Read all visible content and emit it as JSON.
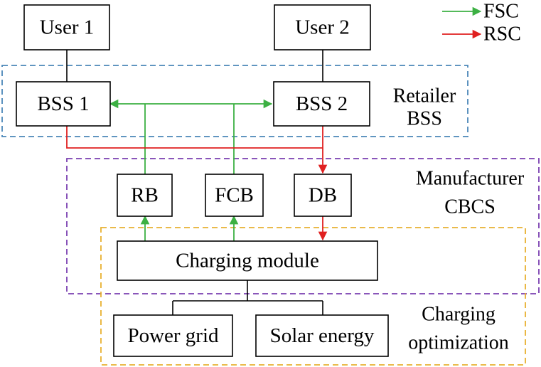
{
  "legend": {
    "fsc": {
      "label": "FSC",
      "color": "#3cb043"
    },
    "rsc": {
      "label": "RSC",
      "color": "#e02020"
    }
  },
  "nodes": {
    "user1": "User 1",
    "user2": "User 2",
    "bss1": "BSS 1",
    "bss2": "BSS 2",
    "rb": "RB",
    "fcb": "FCB",
    "db": "DB",
    "charging_module": "Charging module",
    "power_grid": "Power grid",
    "solar_energy": "Solar energy"
  },
  "groups": {
    "retailer": {
      "line1": "Retailer",
      "line2": "BSS",
      "color": "#4a86b8"
    },
    "manufacturer": {
      "line1": "Manufacturer",
      "line2": "CBCS",
      "color": "#7a3fb0"
    },
    "charging": {
      "line1": "Charging",
      "line2": "optimization",
      "color": "#e8b030"
    }
  }
}
